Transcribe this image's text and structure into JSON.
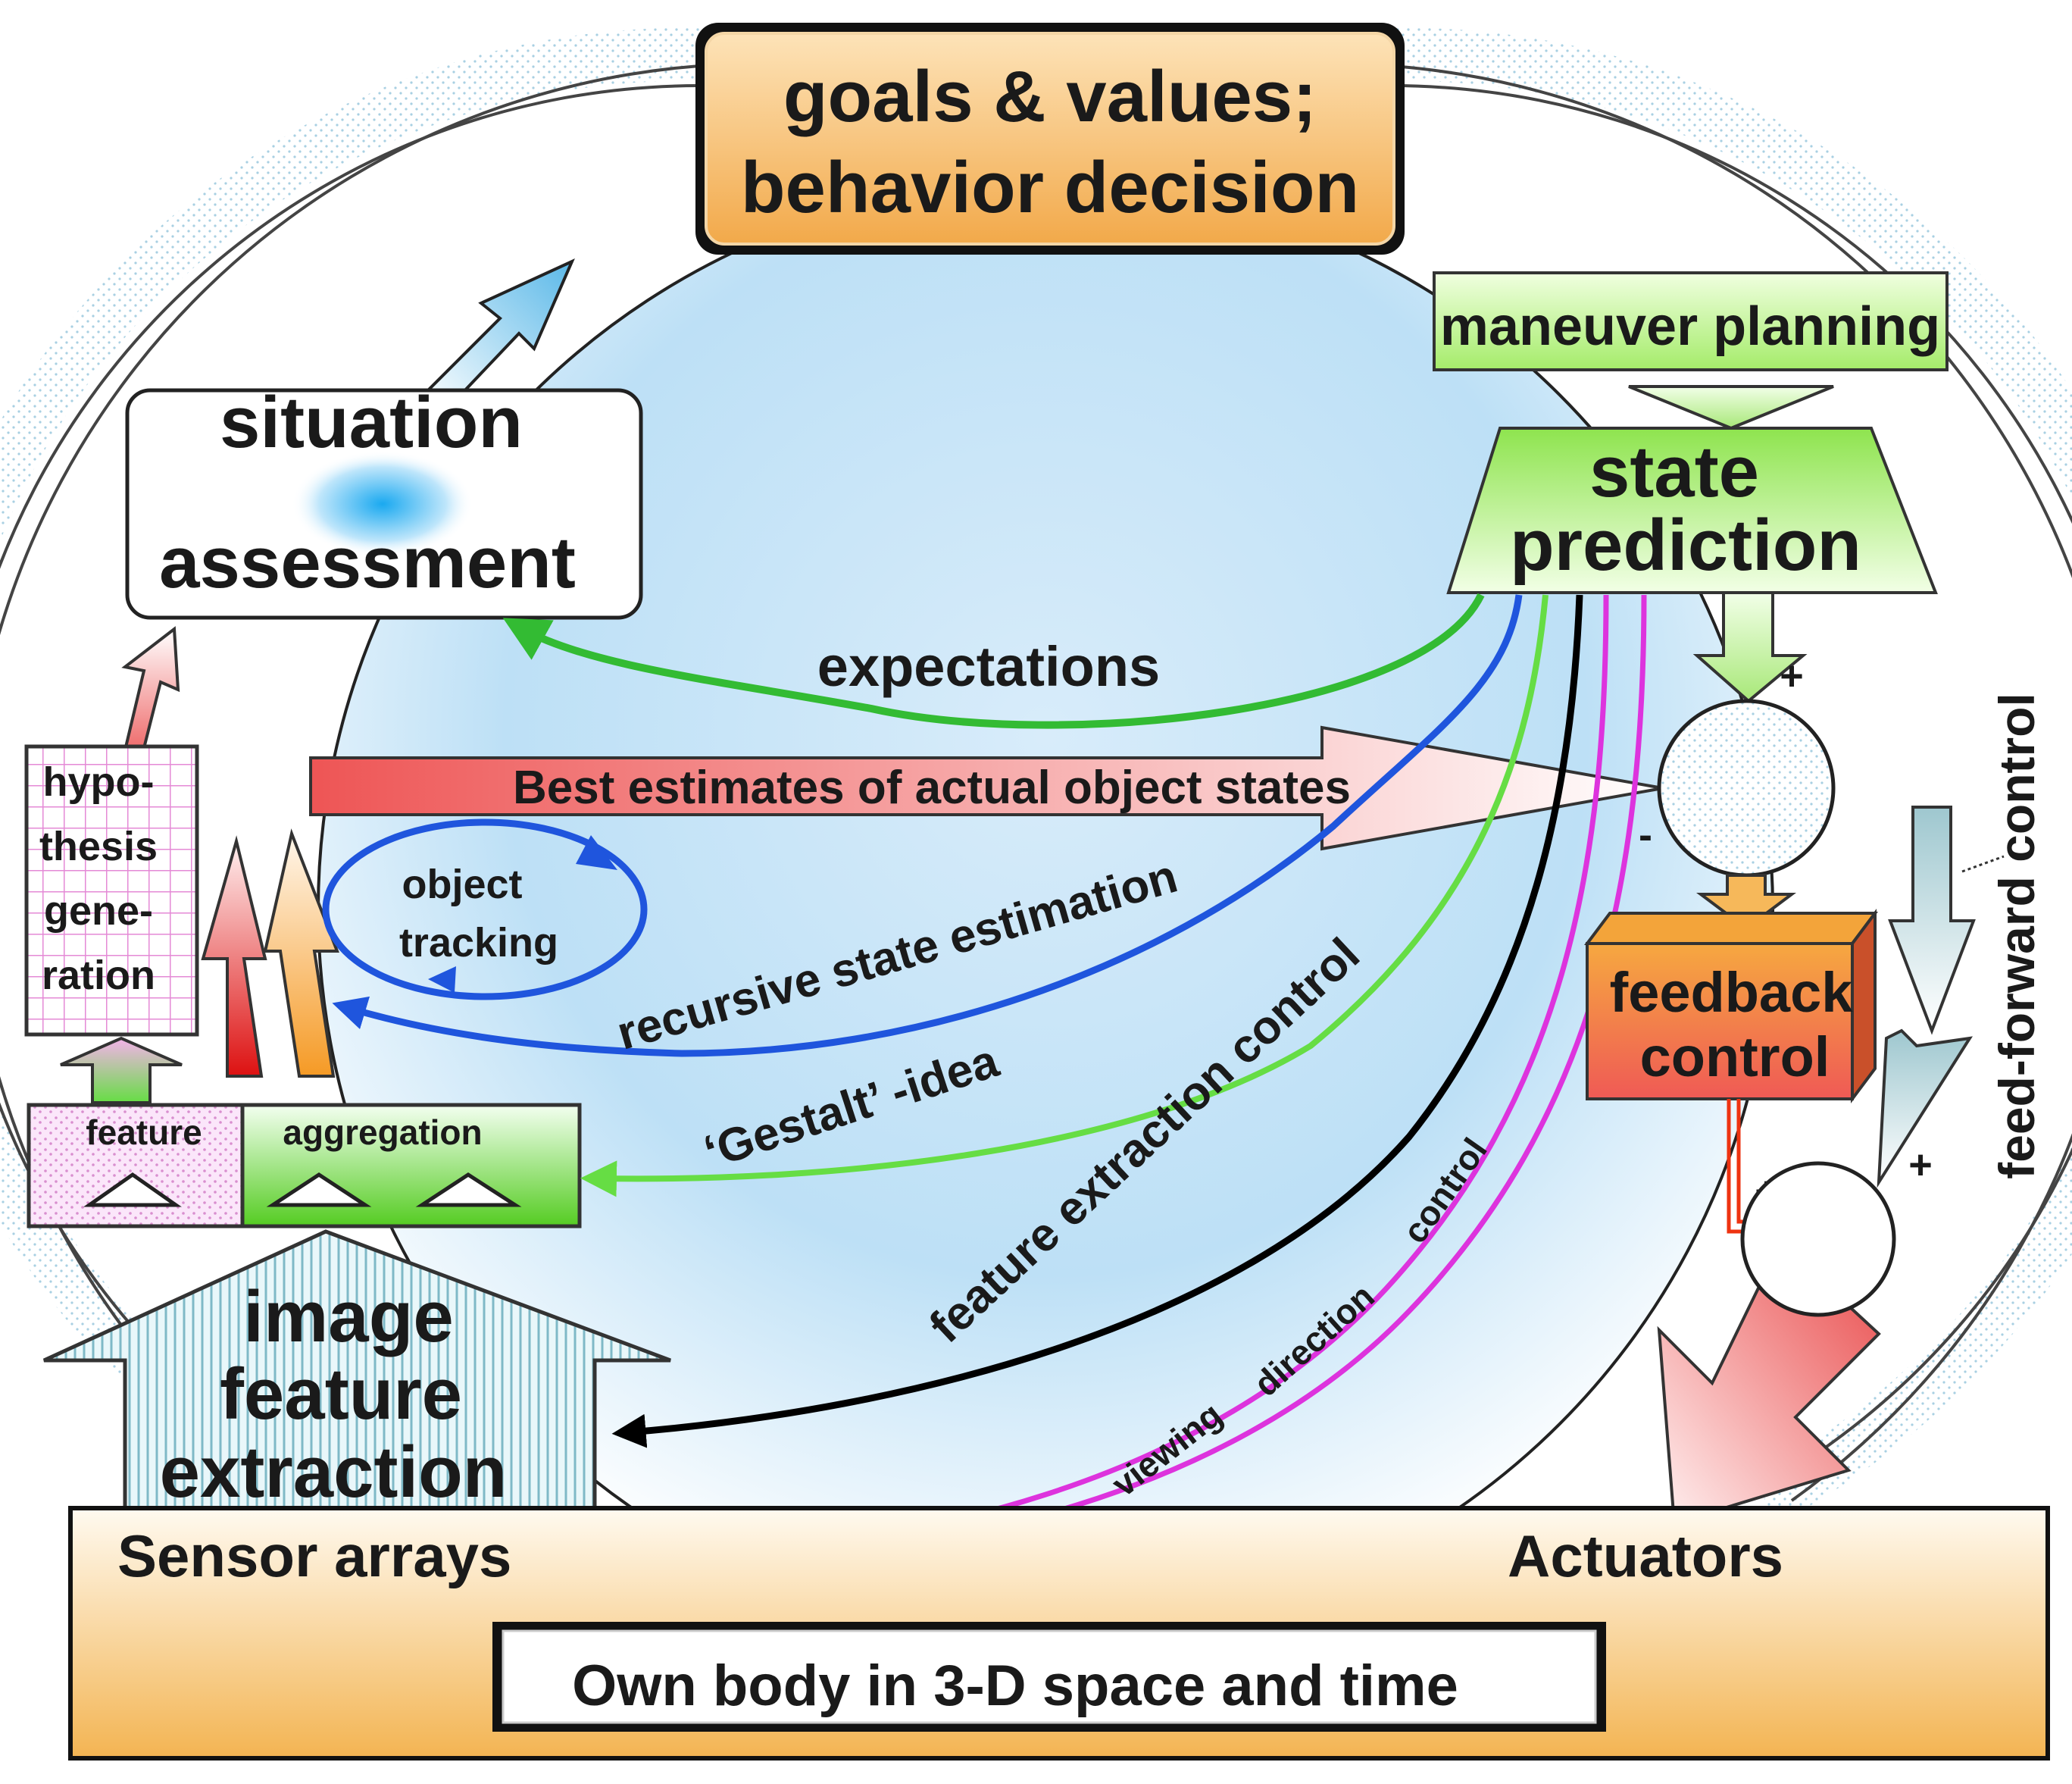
{
  "title": {
    "line1": "goals & values;",
    "line2": "behavior decision"
  },
  "boxes": {
    "maneuver_planning": "maneuver planning",
    "state_prediction_line1": "state",
    "state_prediction_line2": "prediction",
    "situation_line1": "situation",
    "situation_line2": "assessment",
    "hypothesis": [
      "hypo-",
      "thesis",
      "gene-",
      "ration"
    ],
    "feature": "feature",
    "aggregation": "aggregation",
    "image_feature": [
      "image",
      "feature",
      "extraction"
    ],
    "feedback_line1": "feedback",
    "feedback_line2": "control",
    "sensor_arrays": "Sensor arrays",
    "actuators": "Actuators",
    "own_body": "Own body in 3-D space and time",
    "object_tracking_line1": "object",
    "object_tracking_line2": "tracking"
  },
  "flows": {
    "expectations": "expectations",
    "best_estimates": "Best estimates of actual object states",
    "recursive": "recursive state estimation",
    "gestalt": "‘Gestalt’ -idea",
    "feature_extraction_control": "feature extraction control",
    "viewing": "viewing",
    "direction": "direction",
    "control": "control",
    "feed_forward": "feed-forward control"
  },
  "signs": {
    "plus": "+",
    "minus": "-"
  },
  "colors": {
    "expectations": "#33bb33",
    "recursive": "#1f55dd",
    "gestalt": "#66dd44",
    "feature_control": "#000000",
    "viewing": "#dd33dd",
    "orange_box": "#f6b85a",
    "green_box": "#a8ee70"
  }
}
